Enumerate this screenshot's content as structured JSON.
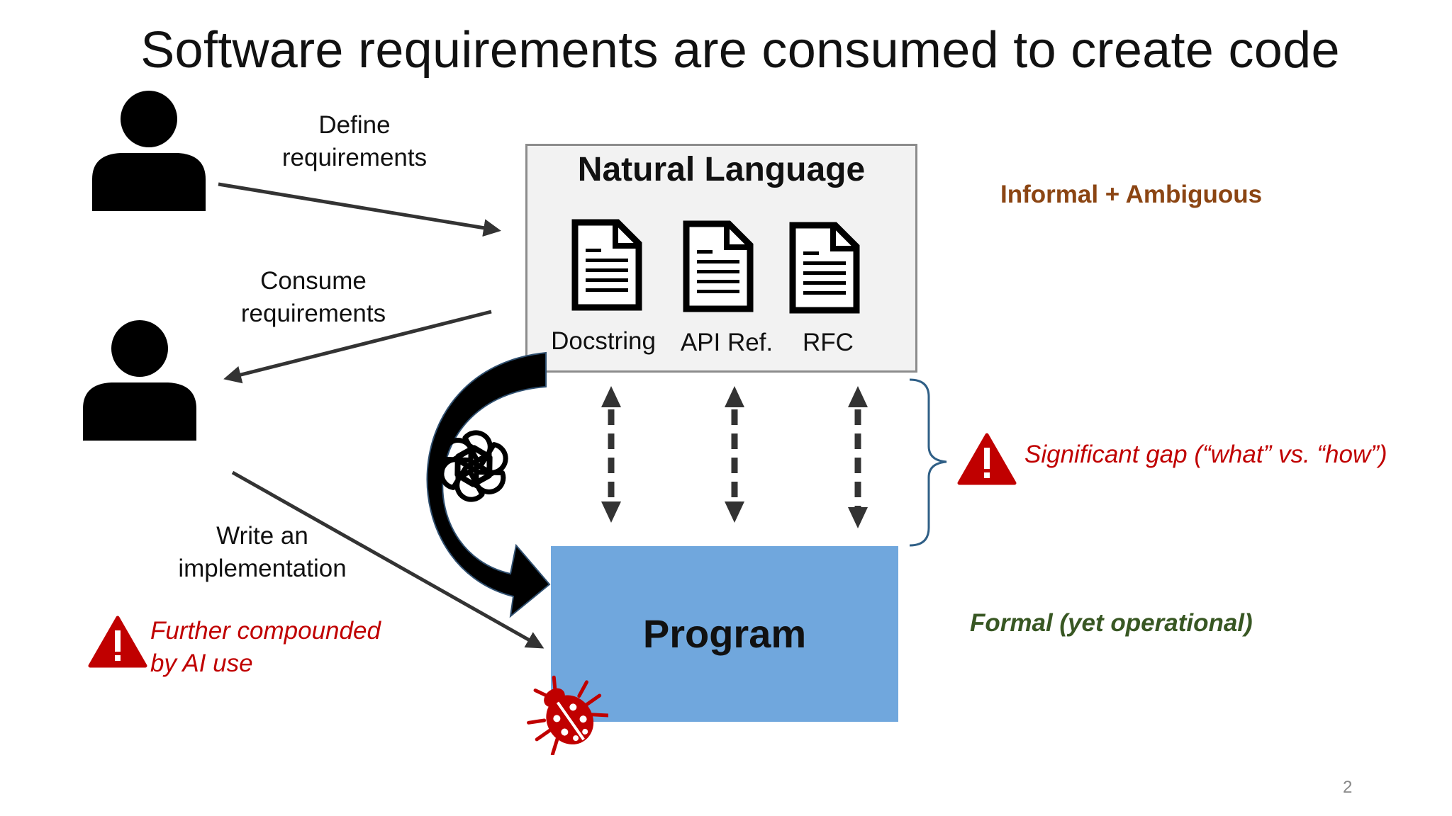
{
  "title": "Software requirements are consumed to create code",
  "labels": {
    "define": [
      "Define",
      "requirements"
    ],
    "consume": [
      "Consume",
      "requirements"
    ],
    "write": [
      "Write an",
      "implementation"
    ]
  },
  "natural_language": {
    "title": "Natural Language",
    "docs": [
      "Docstring",
      "API Ref.",
      "RFC"
    ]
  },
  "program": {
    "label": "Program"
  },
  "annotations": {
    "informal": "Informal + Ambiguous",
    "formal": "Formal (yet operational)",
    "gap": "Significant gap (“what” vs. “how”)",
    "further": [
      "Further compounded",
      "by AI use"
    ]
  },
  "page_number": "2",
  "colors": {
    "program_fill": "#70a7dd",
    "informal": "#8b4513",
    "formal": "#385723",
    "warning": "#c00000",
    "brace": "#2f5f86",
    "arrow": "#333333"
  },
  "icons": [
    "person-icon",
    "document-icon",
    "warning-icon",
    "openai-logo-icon",
    "bug-icon"
  ]
}
